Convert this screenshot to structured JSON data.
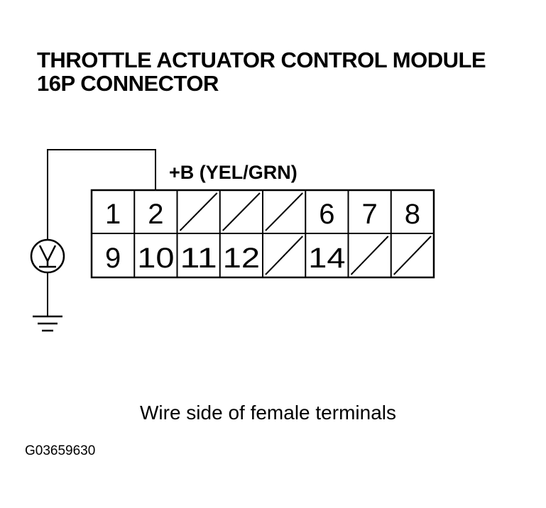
{
  "title": {
    "line1": "THROTTLE ACTUATOR CONTROL MODULE",
    "line2": "16P CONNECTOR"
  },
  "wire_label": "+B (YEL/GRN)",
  "caption": "Wire side of female terminals",
  "figure_id": "G03659630",
  "connector": {
    "top_row": [
      "1",
      "2",
      "",
      "",
      "",
      "6",
      "7",
      "8"
    ],
    "bottom_row": [
      "9",
      "10",
      "11",
      "12",
      "",
      "14",
      "",
      ""
    ]
  },
  "meter_icon": "voltmeter-icon",
  "ground_icon": "ground-icon"
}
